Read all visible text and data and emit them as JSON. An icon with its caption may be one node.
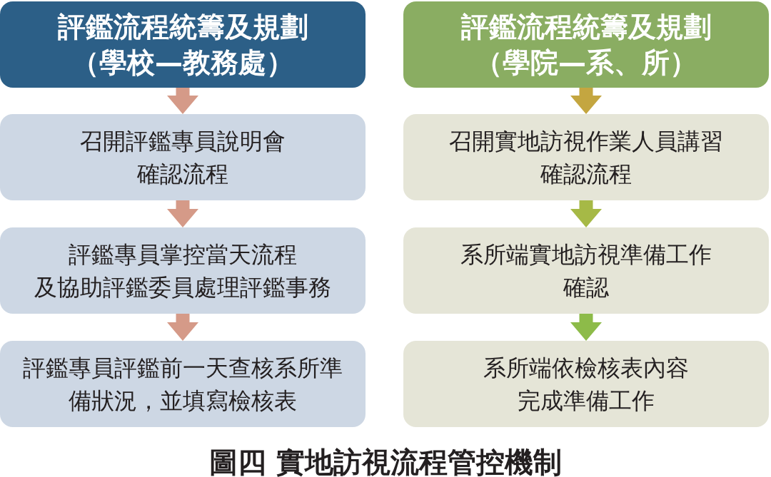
{
  "diagram": {
    "caption": "圖四 實地訪視流程管控機制",
    "nodes": [
      {
        "text": [
          "評鑑流程統籌及規劃",
          "（學校—教務處）"
        ]
      },
      {
        "text": [
          "召開評鑑專員說明會",
          "確認流程"
        ]
      },
      {
        "text": [
          "評鑑專員掌控當天流程",
          "及協助評鑑委員處理評鑑事務"
        ]
      },
      {
        "text": [
          "評鑑專員評鑑前一天查核系所準備狀況，並填寫檢核表"
        ]
      },
      {
        "text": [
          "評鑑流程統籌及規劃",
          "（學院—系、所）"
        ]
      },
      {
        "text": [
          "召開實地訪視作業人員講習",
          "確認流程"
        ]
      },
      {
        "text": [
          "系所端實地訪視準備工作",
          "確認"
        ]
      },
      {
        "text": [
          "系所端依檢核表內容",
          "完成準備工作"
        ]
      }
    ],
    "edges": [
      {
        "from": 0,
        "to": 1,
        "arrow": "to"
      },
      {
        "from": 1,
        "to": 2,
        "arrow": "to"
      },
      {
        "from": 2,
        "to": 3,
        "arrow": "to"
      },
      {
        "from": 4,
        "to": 5,
        "arrow": "to",
        "color": "#c4a640"
      },
      {
        "from": 5,
        "to": 6,
        "arrow": "to",
        "color": "#a6b946"
      },
      {
        "from": 6,
        "to": 7,
        "arrow": "to",
        "color": "#8dbb49"
      }
    ]
  }
}
